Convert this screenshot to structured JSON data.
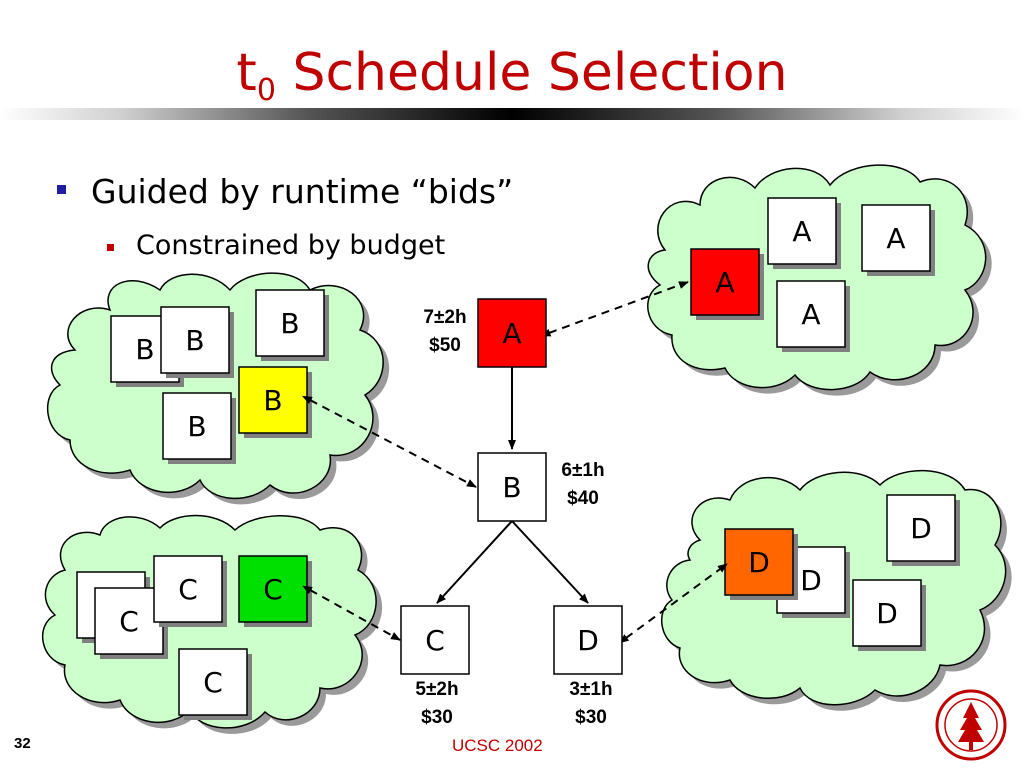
{
  "title": {
    "main": "Schedule Selection",
    "letter": "t",
    "subscript": "0"
  },
  "bullets": [
    {
      "level": 1,
      "text": "Guided by runtime “bids”"
    },
    {
      "level": 2,
      "text": "Constrained by budget"
    }
  ],
  "clusters": {
    "a": {
      "nodes": [
        "A",
        "A",
        "A",
        "A"
      ],
      "highlight_color": "#ff0000"
    },
    "b": {
      "nodes": [
        "B",
        "B",
        "B",
        "B",
        "B"
      ],
      "highlight_color": "#ffff00"
    },
    "c": {
      "nodes": [
        "C",
        "C",
        "C",
        "C",
        "C"
      ],
      "highlight_color": "#00e000"
    },
    "d": {
      "nodes": [
        "D",
        "D",
        "D",
        "D"
      ],
      "highlight_color": "#ff6600"
    }
  },
  "graph": {
    "tasks": [
      {
        "id": "A",
        "label": "A",
        "time": "7±2h",
        "cost": "$50",
        "fill": "#ff0000"
      },
      {
        "id": "B",
        "label": "B",
        "time": "6±1h",
        "cost": "$40",
        "fill": "#ffffff"
      },
      {
        "id": "C",
        "label": "C",
        "time": "5±2h",
        "cost": "$30",
        "fill": "#ffffff"
      },
      {
        "id": "D",
        "label": "D",
        "time": "3±1h",
        "cost": "$30",
        "fill": "#ffffff"
      }
    ],
    "edges": [
      [
        "A",
        "B"
      ],
      [
        "B",
        "C"
      ],
      [
        "B",
        "D"
      ]
    ]
  },
  "colors": {
    "title": "#c00000",
    "cloud_fill": "#ccffcc",
    "cloud_stroke": "#000000"
  },
  "footer": {
    "slide_number": "32",
    "text": "UCSC 2002"
  }
}
